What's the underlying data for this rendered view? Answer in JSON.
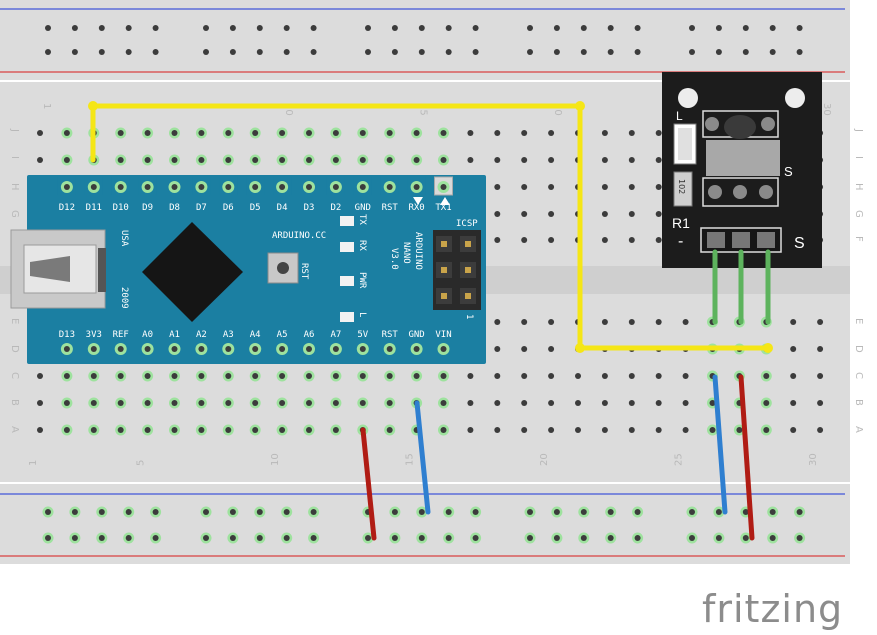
{
  "breadboard": {
    "column_numbers": [
      "1",
      "5",
      "10",
      "15",
      "20",
      "25",
      "30"
    ],
    "row_letters_top": [
      "J",
      "I",
      "H",
      "G",
      "F"
    ],
    "row_letters_bottom": [
      "E",
      "D",
      "C",
      "B",
      "A"
    ]
  },
  "nano": {
    "top_pins": [
      "D12",
      "D11",
      "D10",
      "D9",
      "D8",
      "D7",
      "D6",
      "D5",
      "D4",
      "D3",
      "D2",
      "GND",
      "RST",
      "RX0",
      "TX1"
    ],
    "bottom_pins": [
      "D13",
      "3V3",
      "REF",
      "A0",
      "A1",
      "A2",
      "A3",
      "A4",
      "A5",
      "A6",
      "A7",
      "5V",
      "RST",
      "GND",
      "VIN"
    ],
    "usb_label": "USA",
    "year_label": "2009",
    "brand_url": "ARDUINO.CC",
    "rst_label": "RST",
    "led_labels": [
      "TX",
      "RX",
      "PWR",
      "L"
    ],
    "board_name_lines": [
      "ARDUINO",
      "NANO",
      "V3.0"
    ],
    "icsp_label": "ICSP",
    "icsp_pin1": "1"
  },
  "ir_module": {
    "label_l": "L",
    "label_s_small": "S",
    "resistor_value": "102",
    "resistor_label": "R1",
    "pin_minus": "-",
    "pin_s": "S"
  },
  "brand": "fritzing",
  "colors": {
    "yellow_wire": "#f5e616",
    "red_wire": "#b01c14",
    "blue_wire": "#2f7fd0",
    "green_wire": "#5db35d",
    "nano_board": "#1b7fa2",
    "ir_board": "#1c1c1c",
    "rail_red": "#d94141",
    "rail_blue": "#4156d9"
  }
}
